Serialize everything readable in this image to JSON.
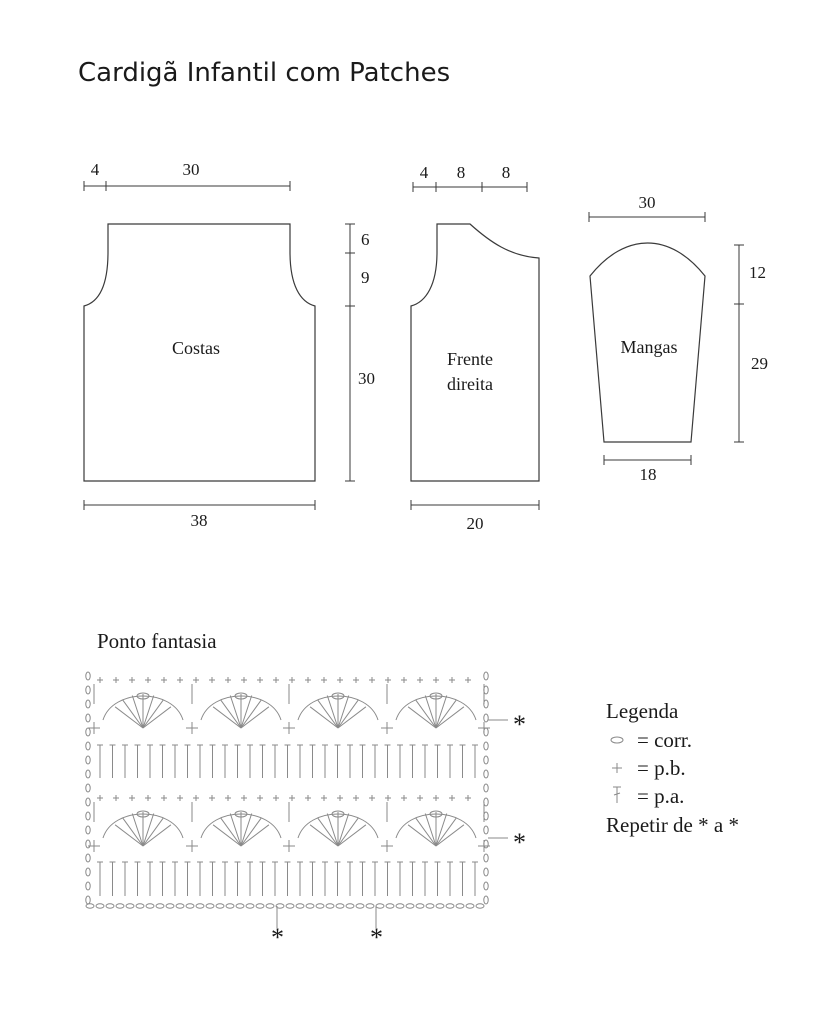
{
  "title": "Cardigã Infantil com Patches",
  "costas": {
    "label": "Costas",
    "dim_top_left": "4",
    "dim_top_right": "30",
    "dim_bottom": "38",
    "dim_side_top": "6",
    "dim_side_mid": "9",
    "dim_side_bottom": "30"
  },
  "frente": {
    "label_line1": "Frente",
    "label_line2": "direita",
    "dim_top_1": "4",
    "dim_top_2": "8",
    "dim_top_3": "8",
    "dim_bottom": "20"
  },
  "mangas": {
    "label": "Mangas",
    "dim_top": "30",
    "dim_bottom": "18",
    "dim_side_top": "12",
    "dim_side_bottom": "29"
  },
  "stitch": {
    "title": "Ponto fantasia",
    "marker": "*"
  },
  "legend": {
    "title": "Legenda",
    "corr": "= corr.",
    "pb": "= p.b.",
    "pa": "= p.a.",
    "repeat": "Repetir de * a *"
  },
  "colors": {
    "line": "#3a3a3a",
    "chart": "#8a8a8a",
    "text": "#1a1a1a"
  }
}
